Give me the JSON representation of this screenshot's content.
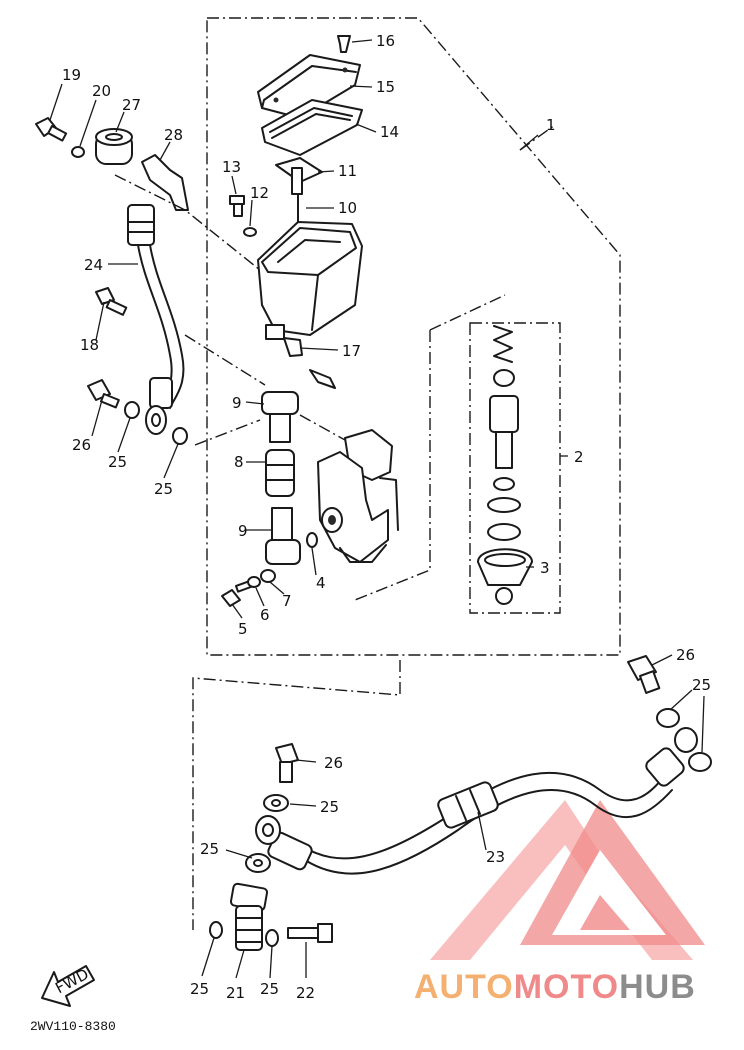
{
  "diagram": {
    "part_labels": [
      {
        "id": "1",
        "text": "1"
      },
      {
        "id": "2",
        "text": "2"
      },
      {
        "id": "3",
        "text": "3"
      },
      {
        "id": "4",
        "text": "4"
      },
      {
        "id": "5",
        "text": "5"
      },
      {
        "id": "6",
        "text": "6"
      },
      {
        "id": "7",
        "text": "7"
      },
      {
        "id": "8",
        "text": "8"
      },
      {
        "id": "9a",
        "text": "9"
      },
      {
        "id": "9b",
        "text": "9"
      },
      {
        "id": "10",
        "text": "10"
      },
      {
        "id": "11",
        "text": "11"
      },
      {
        "id": "12",
        "text": "12"
      },
      {
        "id": "13",
        "text": "13"
      },
      {
        "id": "14",
        "text": "14"
      },
      {
        "id": "15",
        "text": "15"
      },
      {
        "id": "16",
        "text": "16"
      },
      {
        "id": "17",
        "text": "17"
      },
      {
        "id": "18",
        "text": "18"
      },
      {
        "id": "19",
        "text": "19"
      },
      {
        "id": "20",
        "text": "20"
      },
      {
        "id": "21",
        "text": "21"
      },
      {
        "id": "22",
        "text": "22"
      },
      {
        "id": "23",
        "text": "23"
      },
      {
        "id": "24",
        "text": "24"
      },
      {
        "id": "25a",
        "text": "25"
      },
      {
        "id": "25b",
        "text": "25"
      },
      {
        "id": "25c",
        "text": "25"
      },
      {
        "id": "25d",
        "text": "25"
      },
      {
        "id": "25e",
        "text": "25"
      },
      {
        "id": "25f",
        "text": "25"
      },
      {
        "id": "25g",
        "text": "25"
      },
      {
        "id": "26a",
        "text": "26"
      },
      {
        "id": "26b",
        "text": "26"
      },
      {
        "id": "26c",
        "text": "26"
      },
      {
        "id": "27",
        "text": "27"
      },
      {
        "id": "28",
        "text": "28"
      }
    ],
    "fwd_label": "FWD",
    "diagram_code": "2WV110-8380"
  },
  "watermark": {
    "text_auto": "AUTO",
    "text_moto": "MOTO",
    "text_hub": "HUB",
    "color_red": "#f08a8a",
    "color_orange": "#f3b070",
    "color_gray": "#8c8c8c"
  }
}
